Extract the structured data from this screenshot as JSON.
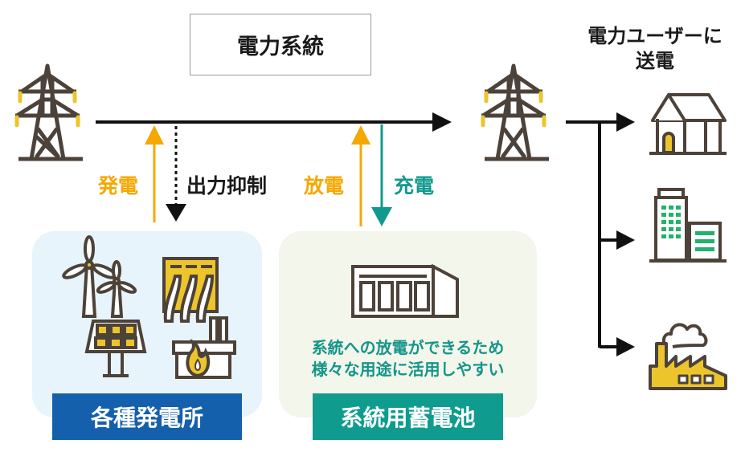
{
  "title": "電力系統",
  "users_label": {
    "line1": "電力ユーザーに",
    "line2": "送電"
  },
  "flows": {
    "generation": "発電",
    "output_curtailment": "出力抑制",
    "discharge": "放電",
    "charge": "充電"
  },
  "panels": {
    "power_plants": {
      "badge": "各種発電所",
      "icons": [
        "wind-turbine-icon",
        "hydro-dam-icon",
        "solar-panel-icon",
        "thermal-plant-icon"
      ]
    },
    "grid_battery": {
      "badge": "系統用蓄電池",
      "description": [
        "系統への放電ができるため",
        "様々な用途に活用しやすい"
      ],
      "icons": [
        "battery-container-icon"
      ]
    }
  },
  "consumers": [
    "house-icon",
    "office-building-icon",
    "factory-icon"
  ],
  "colors": {
    "orange": "#f5a800",
    "teal": "#12998e",
    "blue_badge": "#1560ac",
    "teal_badge": "#0f9c8e",
    "icon_stroke": "#4d4239",
    "icon_yellow": "#ecc52c",
    "icon_green": "#20b36b"
  }
}
